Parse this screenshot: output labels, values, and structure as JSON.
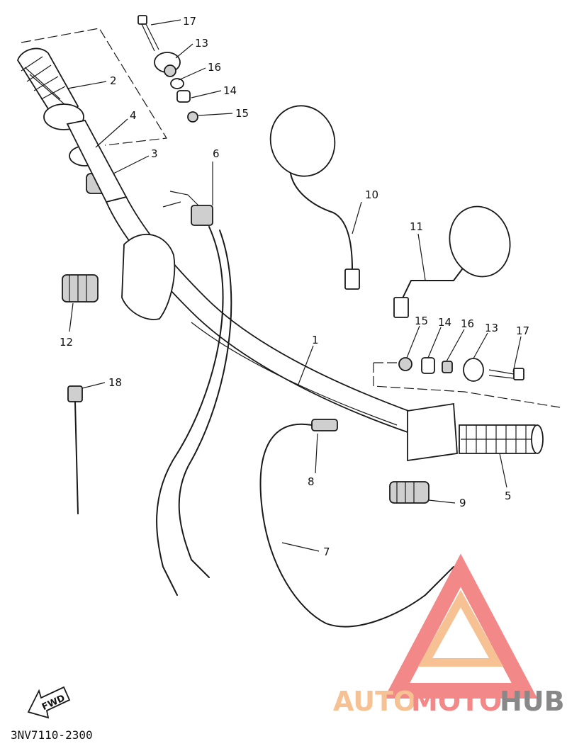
{
  "diagram": {
    "part_numbers": [
      "1",
      "2",
      "3",
      "4",
      "5",
      "6",
      "7",
      "8",
      "9",
      "10",
      "11",
      "12",
      "13",
      "14",
      "15",
      "16",
      "17",
      "18"
    ],
    "left_hardware_labels": [
      "17",
      "13",
      "16",
      "14",
      "15"
    ],
    "right_hardware_labels": [
      "15",
      "14",
      "16",
      "13",
      "17"
    ],
    "direction_marker": "FWD",
    "diagram_code": "3NV7110-2300",
    "watermark": {
      "part1": "AUTO",
      "part2": "MOTO",
      "part3": "HUB",
      "color1": "#f5b37a",
      "color2": "#ef6b6b",
      "color3": "#6b6b6b"
    }
  }
}
